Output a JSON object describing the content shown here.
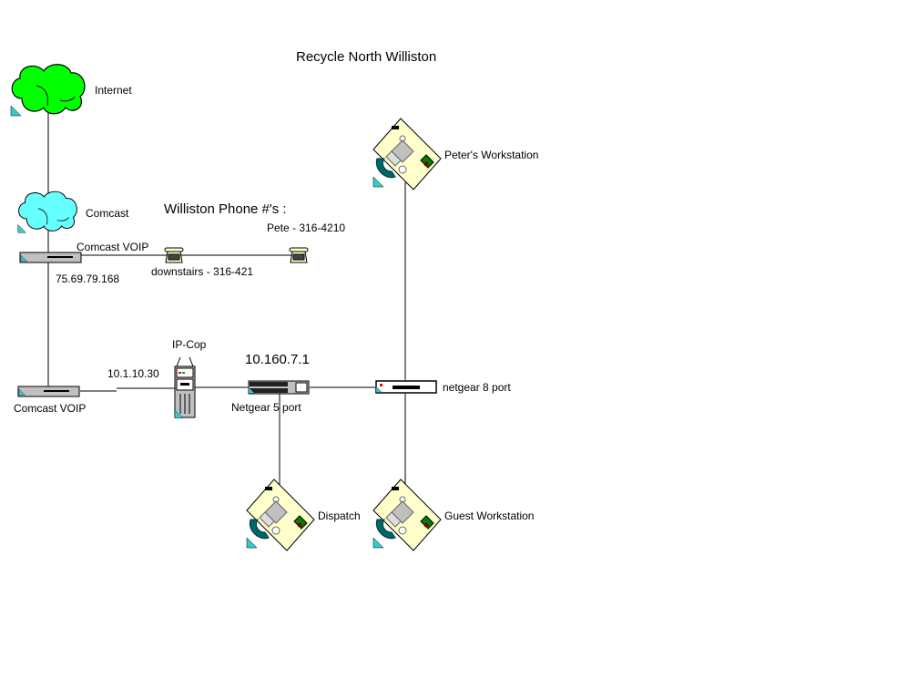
{
  "title": "Recycle North Williston",
  "phone_heading": "Williston Phone #'s :",
  "nodes": {
    "internet": {
      "label": "Internet",
      "icon": "cloud-icon",
      "color": "#00ff00"
    },
    "comcast": {
      "label": "Comcast",
      "icon": "cloud-icon",
      "color": "#66ffff"
    },
    "comcast_voip_top": {
      "label": "Comcast VOIP",
      "ip": "75.69.79.168",
      "icon": "modem-icon"
    },
    "comcast_voip_bottom": {
      "label": "Comcast VOIP",
      "ip": "10.1.10.30",
      "icon": "modem-icon"
    },
    "phone_downstairs": {
      "label": "downstairs - 316-421",
      "icon": "telephone-icon"
    },
    "phone_pete": {
      "label": "Pete  - 316-4210",
      "icon": "telephone-icon"
    },
    "ipcop": {
      "label": "IP-Cop",
      "icon": "server-tower-icon"
    },
    "netgear5": {
      "label": "Netgear 5 port",
      "ip": "10.160.7.1",
      "icon": "switch-icon"
    },
    "netgear8": {
      "label": "netgear 8 port",
      "icon": "hub-icon"
    },
    "peter_ws": {
      "label": "Peter's Workstation",
      "icon": "workstation-icon"
    },
    "dispatch": {
      "label": "Dispatch",
      "icon": "workstation-icon"
    },
    "guest_ws": {
      "label": "Guest Workstation",
      "icon": "workstation-icon"
    }
  },
  "connections": [
    [
      "internet",
      "comcast"
    ],
    [
      "comcast",
      "comcast_voip_top"
    ],
    [
      "comcast_voip_top",
      "phone_downstairs"
    ],
    [
      "phone_downstairs",
      "phone_pete"
    ],
    [
      "comcast_voip_top",
      "comcast_voip_bottom"
    ],
    [
      "comcast_voip_bottom",
      "ipcop"
    ],
    [
      "ipcop",
      "netgear5"
    ],
    [
      "netgear5",
      "netgear8"
    ],
    [
      "netgear5",
      "dispatch"
    ],
    [
      "netgear8",
      "peter_ws"
    ],
    [
      "netgear8",
      "guest_ws"
    ]
  ],
  "colors": {
    "link_line": "#000000",
    "marker": "#33cccc",
    "workstation_body": "#ffffcc",
    "device_gray": "#c0c0c0"
  }
}
